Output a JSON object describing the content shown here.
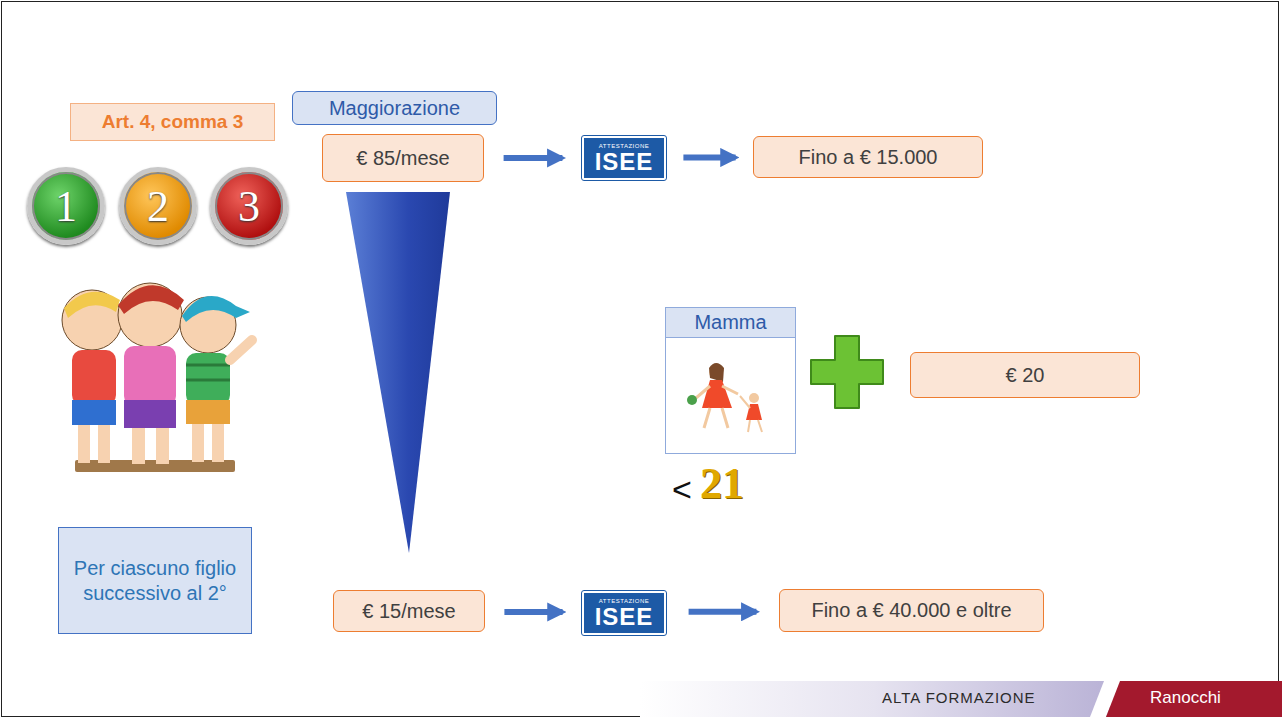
{
  "diagram": {
    "nodes": [
      {
        "text": [
          "Maggiorazione"
        ]
      },
      {
        "text": [
          "Art. 4, comma 3"
        ]
      },
      {
        "text": [
          "€ 85/mese"
        ]
      },
      {
        "text": [
          "ATTESTAZIONE",
          "ISEE"
        ]
      },
      {
        "text": [
          "Fino a € 15.000"
        ]
      },
      {
        "text": [
          "1"
        ]
      },
      {
        "text": [
          "2"
        ]
      },
      {
        "text": [
          "3"
        ]
      },
      {
        "text": [
          "Mamma"
        ]
      },
      {
        "text": [
          "€ 20"
        ]
      },
      {
        "text": [
          "Per ciascuno figlio successivo al 2°"
        ]
      },
      {
        "text": [
          "€ 15/mese"
        ]
      },
      {
        "text": [
          "ATTESTAZIONE",
          "ISEE"
        ]
      },
      {
        "text": [
          "Fino a € 40.000 e oltre"
        ]
      }
    ],
    "edges": [
      {
        "from": 2,
        "to": 3,
        "arrow": "to"
      },
      {
        "from": 3,
        "to": 4,
        "arrow": "to"
      },
      {
        "from": 11,
        "to": 12,
        "arrow": "to"
      },
      {
        "from": 12,
        "to": 13,
        "arrow": "to"
      }
    ],
    "labels": [
      "<",
      "21",
      "ALTA FORMAZIONE",
      "Ranocchi"
    ]
  }
}
